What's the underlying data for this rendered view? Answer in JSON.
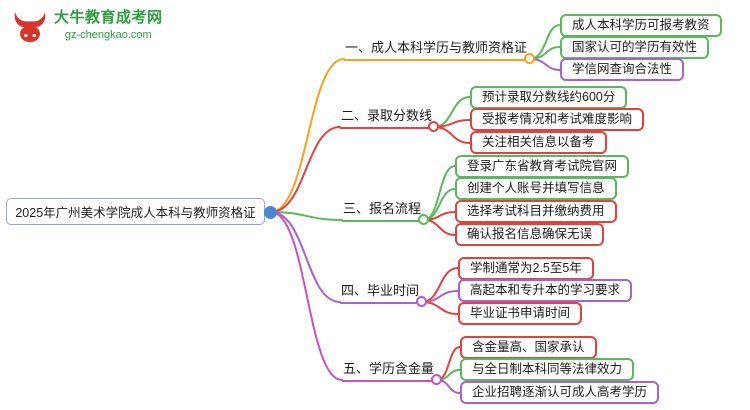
{
  "logo": {
    "brand": "大牛教育成考网",
    "domain": "gz-chengkao.com",
    "icon": "bull-icon"
  },
  "root": {
    "text": "2025年广州美术学院成人本科与教师资格证"
  },
  "colors": {
    "orange": "#f6a21e",
    "red": "#e0433f",
    "green": "#5cb85c",
    "purple": "#a862c8",
    "magenta": "#c653c6",
    "blue": "#4a86d1",
    "root_border": "#9aa5d6",
    "brand_green": "#2f9e3f",
    "brand_red": "#d9342c"
  },
  "branches": [
    {
      "label": "一、成人本科学历与教师资格证",
      "color": "orange",
      "leaves": [
        {
          "text": "成人本科学历可报考教资",
          "color": "green"
        },
        {
          "text": "国家认可的学历有效性",
          "color": "green"
        },
        {
          "text": "学信网查询合法性",
          "color": "purple"
        }
      ]
    },
    {
      "label": "二、录取分数线",
      "color": "red",
      "leaves": [
        {
          "text": "预计录取分数线约600分",
          "color": "green"
        },
        {
          "text": "受报考情况和考试难度影响",
          "color": "red"
        },
        {
          "text": "关注相关信息以备考",
          "color": "red"
        }
      ]
    },
    {
      "label": "三、报名流程",
      "color": "green",
      "leaves": [
        {
          "text": "登录广东省教育考试院官网",
          "color": "green"
        },
        {
          "text": "创建个人账号并填写信息",
          "color": "green"
        },
        {
          "text": "选择考试科目并缴纳费用",
          "color": "red"
        },
        {
          "text": "确认报名信息确保无误",
          "color": "red"
        }
      ]
    },
    {
      "label": "四、毕业时间",
      "color": "purple",
      "leaves": [
        {
          "text": "学制通常为2.5至5年",
          "color": "red"
        },
        {
          "text": "高起本和专升本的学习要求",
          "color": "purple"
        },
        {
          "text": "毕业证书申请时间",
          "color": "red"
        }
      ]
    },
    {
      "label": "五、学历含金量",
      "color": "magenta",
      "leaves": [
        {
          "text": "含金量高、国家承认",
          "color": "red"
        },
        {
          "text": "与全日制本科同等法律效力",
          "color": "green"
        },
        {
          "text": "企业招聘逐渐认可成人高考学历",
          "color": "purple"
        }
      ]
    }
  ]
}
